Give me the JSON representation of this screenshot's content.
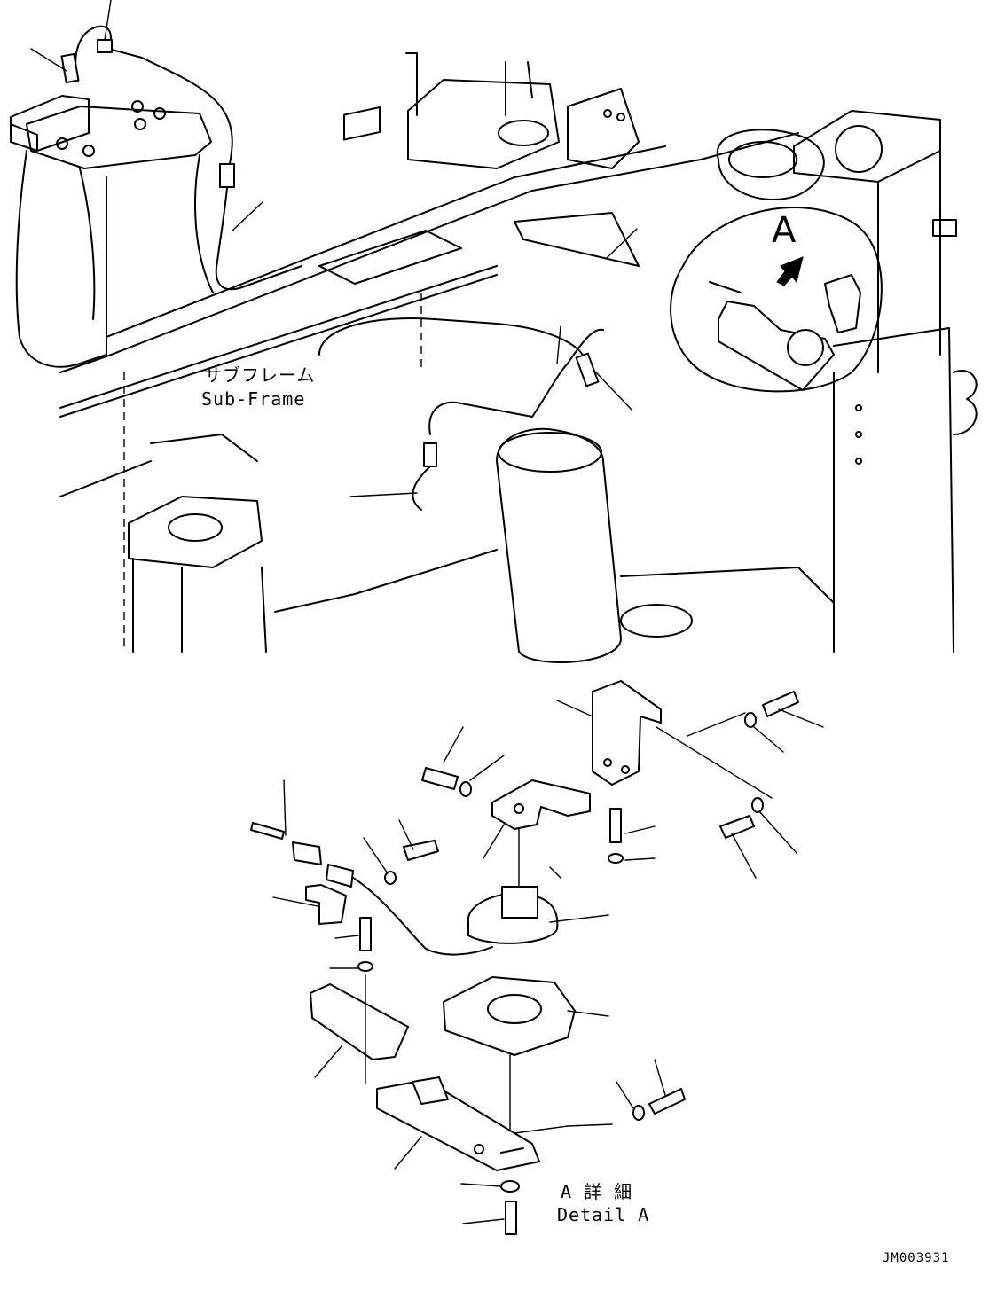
{
  "labels": {
    "subframe_jp": "サブフレーム",
    "subframe_en": "Sub-Frame",
    "view_marker": "A",
    "detail_jp": "A 詳 細",
    "detail_en": "Detail A",
    "drawing_number": "JM003931"
  }
}
